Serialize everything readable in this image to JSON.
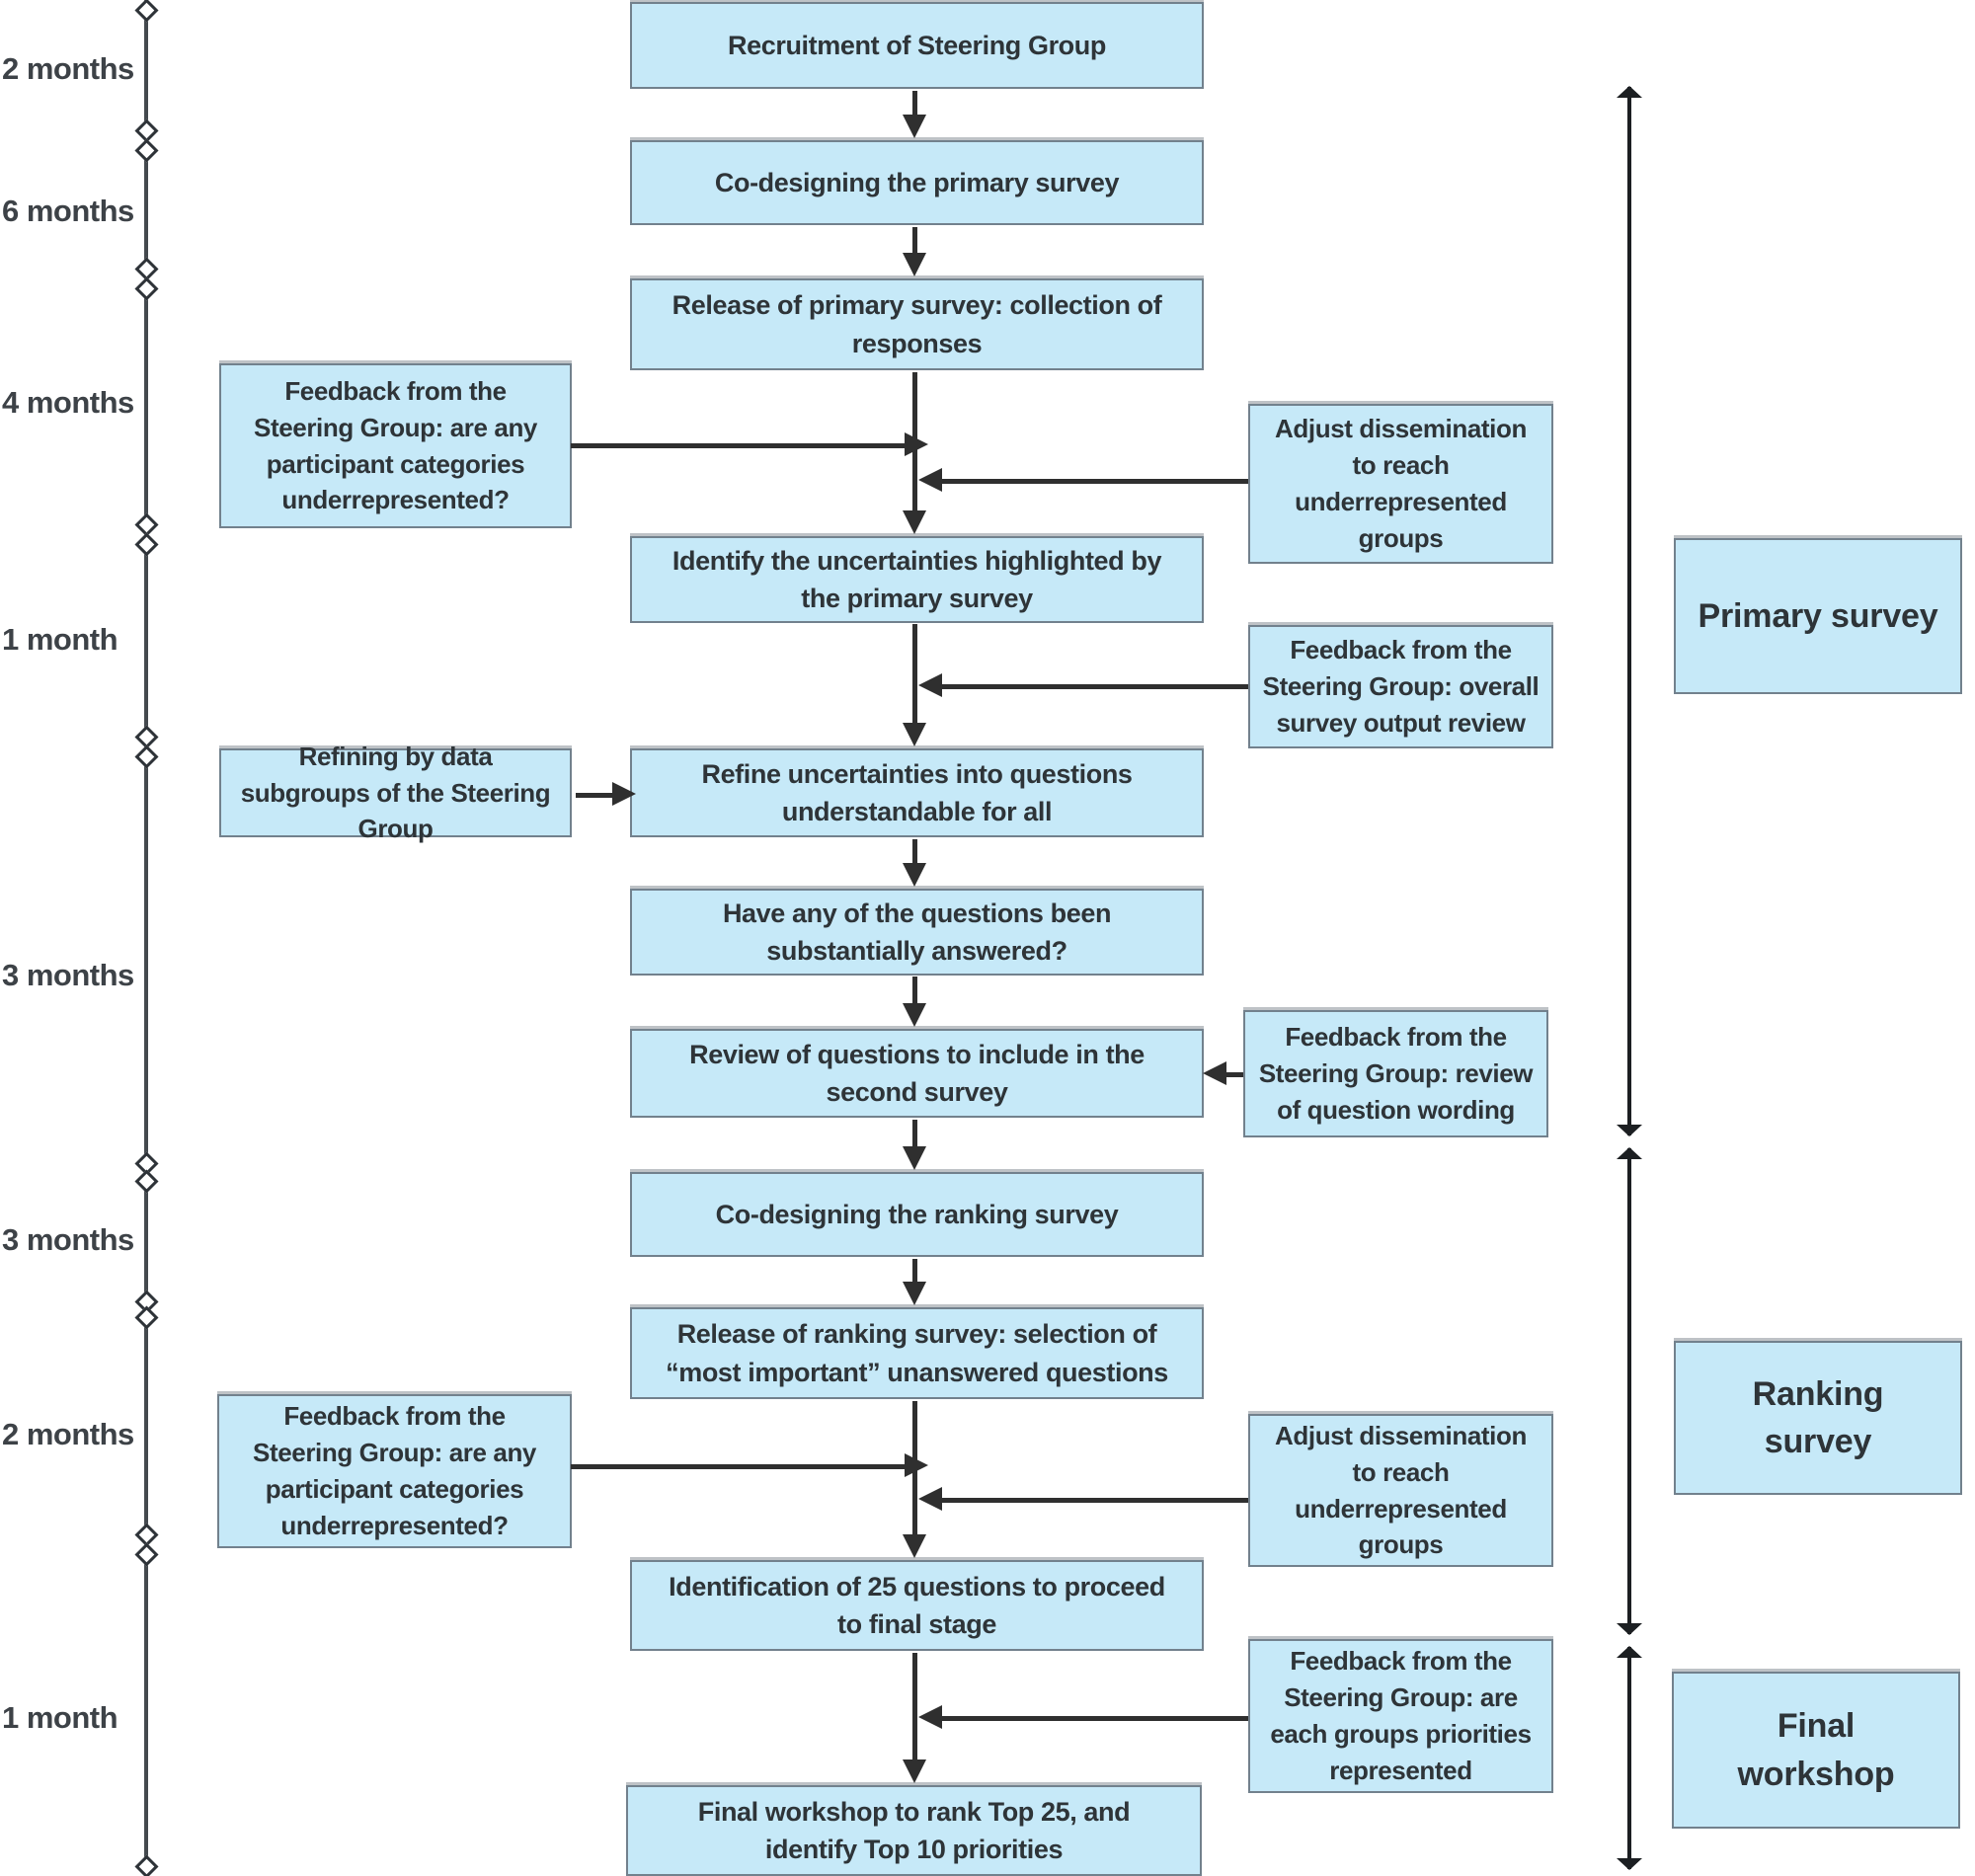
{
  "timeline": {
    "durations": [
      "2 months",
      "6 months",
      "4 months",
      "1 month",
      "3 months",
      "3 months",
      "2 months",
      "1 month"
    ]
  },
  "main_flow": [
    {
      "label": "Recruitment of Steering Group"
    },
    {
      "label": "Co-designing the primary survey"
    },
    {
      "label": "Release of primary survey: collection of responses"
    },
    {
      "label": "Identify the uncertainties highlighted by the primary survey"
    },
    {
      "label": "Refine uncertainties into questions understandable for all"
    },
    {
      "label": "Have any of the questions been substantially answered?"
    },
    {
      "label": "Review of questions to include in the second survey"
    },
    {
      "label": "Co-designing the ranking survey"
    },
    {
      "label": "Release of ranking survey: selection of “most important” unanswered questions"
    },
    {
      "label": "Identification of 25 questions to proceed to final stage"
    },
    {
      "label": "Final workshop to rank Top 25, and identify Top 10 priorities"
    }
  ],
  "left_notes": [
    {
      "label": "Feedback from the Steering Group: are any participant categories underrepresented?"
    },
    {
      "label": "Refining by data subgroups of the Steering Group"
    },
    {
      "label": "Feedback from the Steering Group: are any participant categories underrepresented?"
    }
  ],
  "right_notes": [
    {
      "label": "Adjust dissemination to reach underrepresented groups"
    },
    {
      "label": "Feedback from the Steering Group: overall survey output review"
    },
    {
      "label": "Feedback from the Steering Group: review of question wording"
    },
    {
      "label": "Adjust dissemination to reach underrepresented groups"
    },
    {
      "label": "Feedback from the Steering Group: are each groups priorities represented"
    }
  ],
  "phases": [
    {
      "label": "Primary survey"
    },
    {
      "label": "Ranking survey"
    },
    {
      "label": "Final workshop"
    }
  ],
  "colors": {
    "box_fill": "#c6e9f8",
    "box_border": "#72818d",
    "arrow": "#2f2f2f",
    "timeline": "#44494e",
    "text": "#2e3438"
  }
}
